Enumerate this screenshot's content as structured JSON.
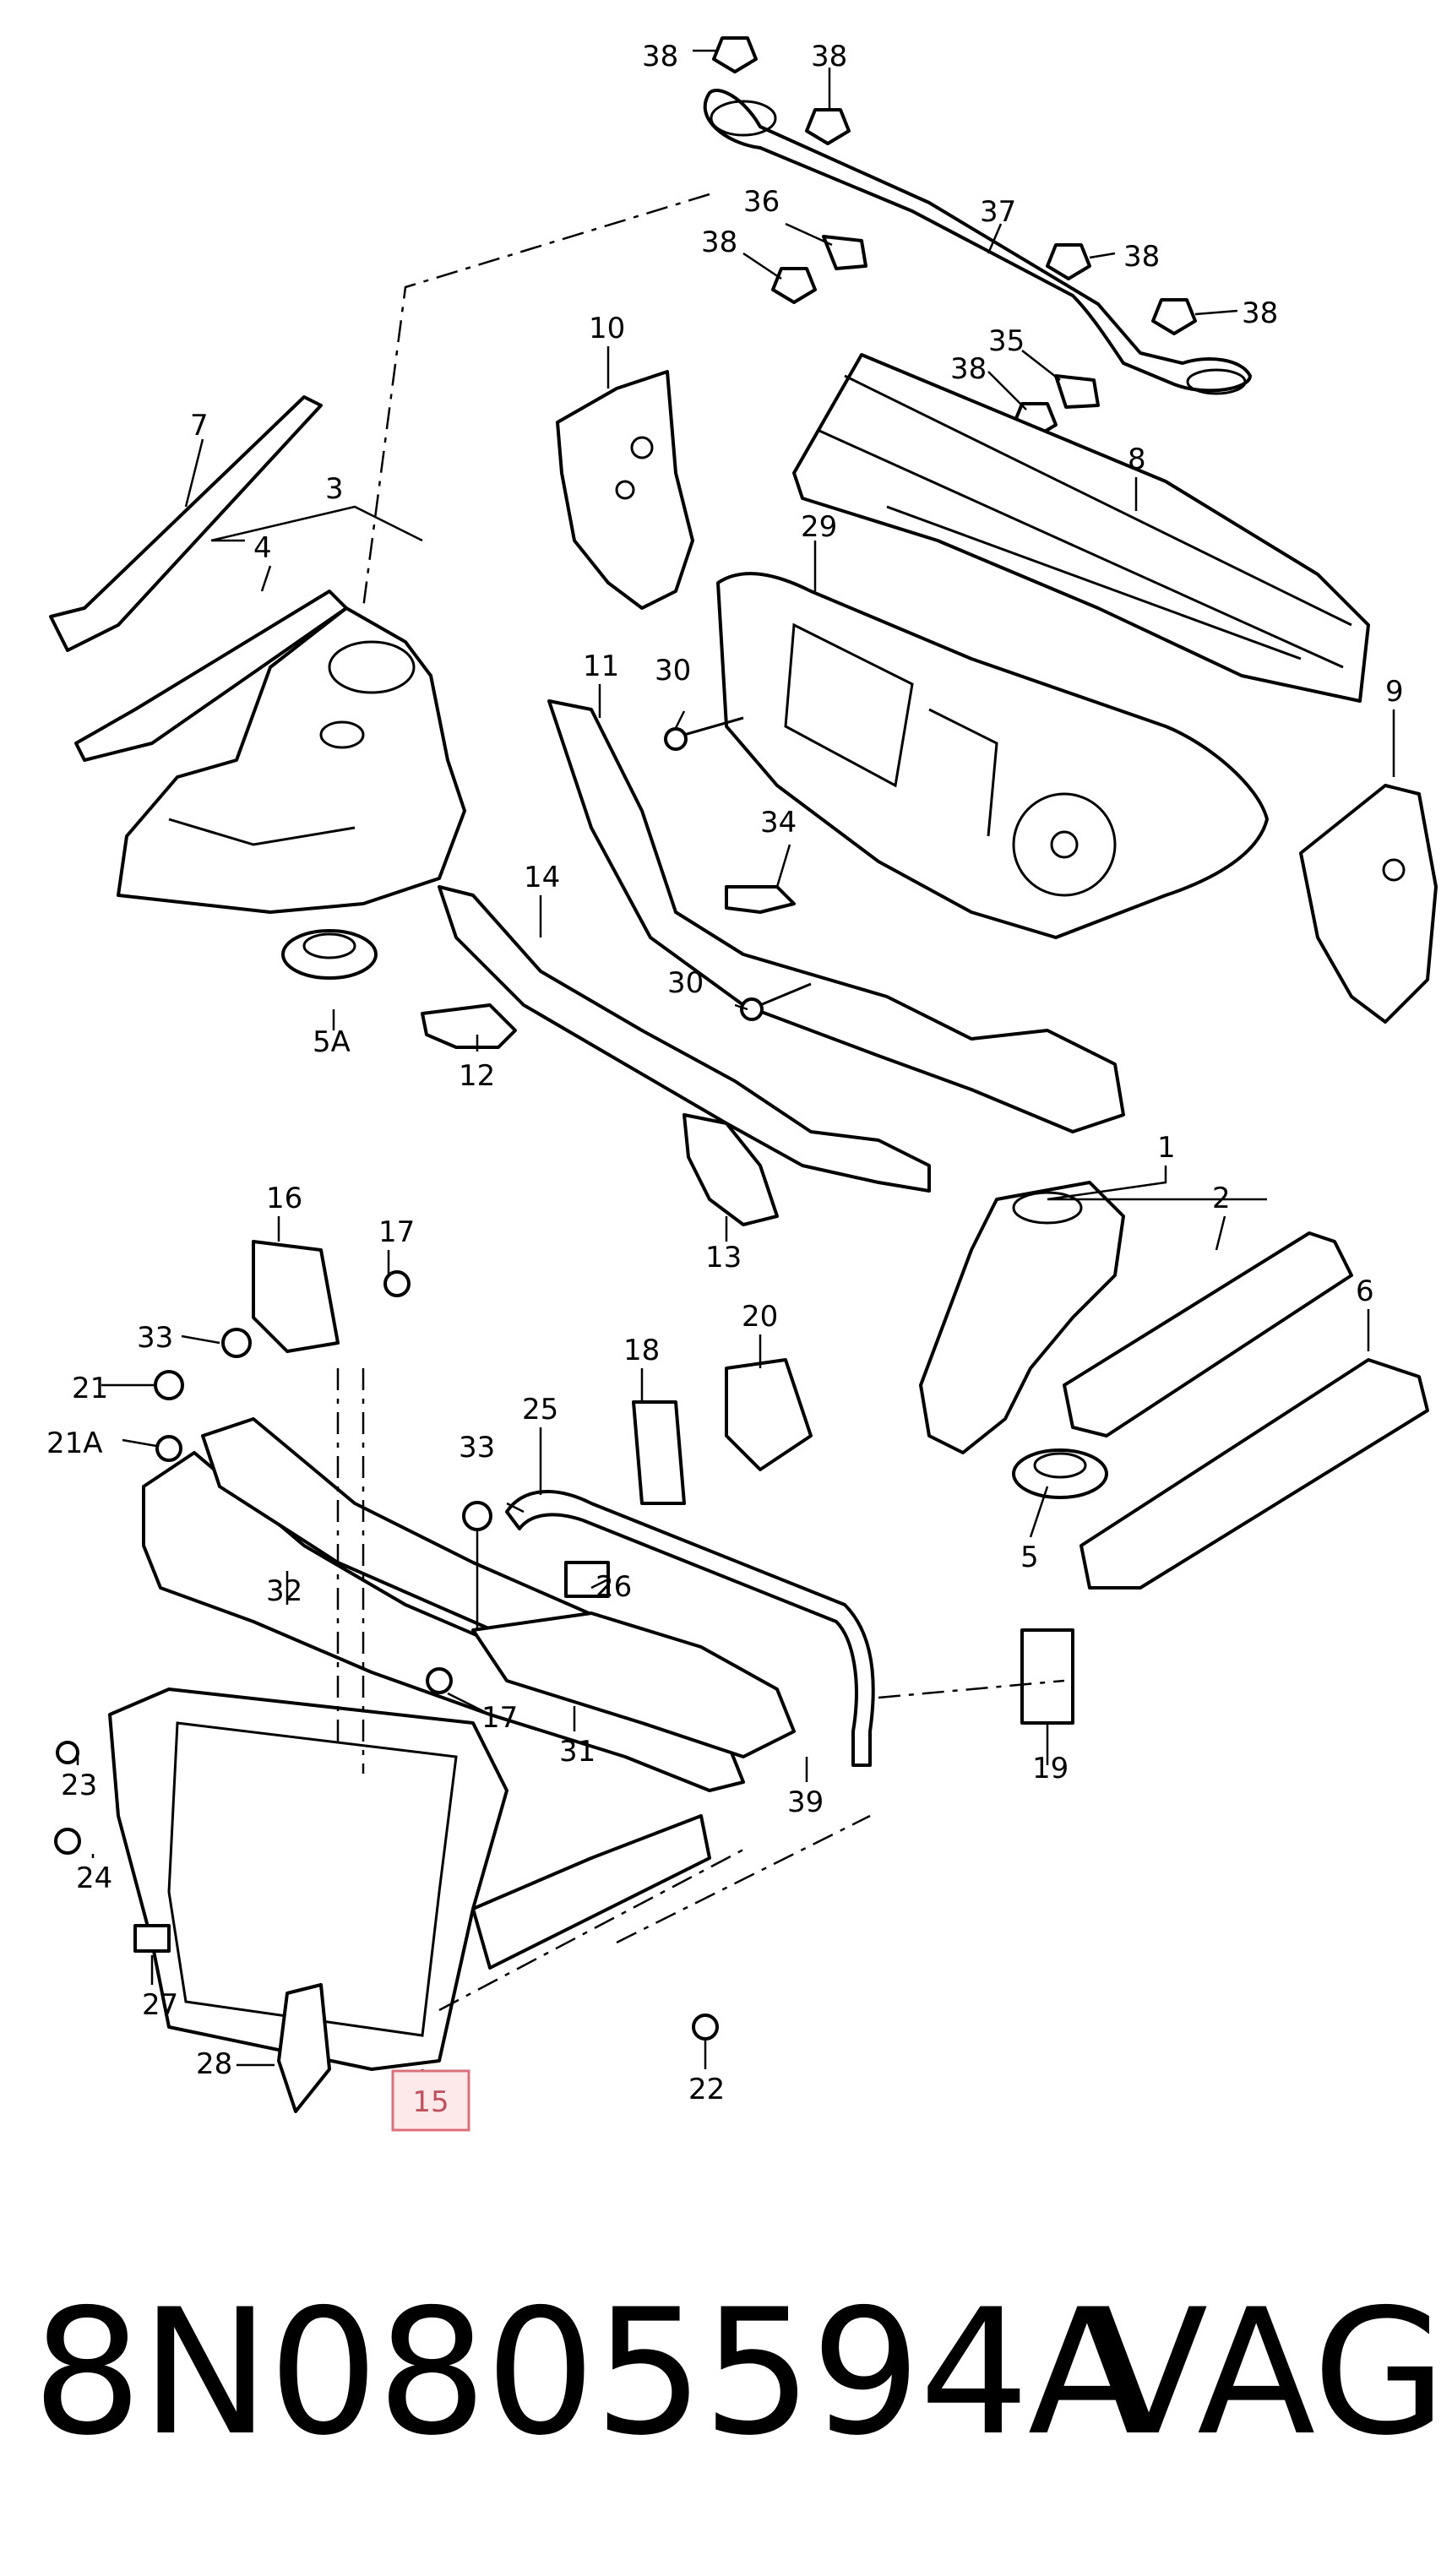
{
  "diagram": {
    "callouts": {
      "c1": "1",
      "c2": "2",
      "c3": "3",
      "c4": "4",
      "c5": "5",
      "c5a": "5A",
      "c6": "6",
      "c7": "7",
      "c8": "8",
      "c9": "9",
      "c10": "10",
      "c11": "11",
      "c12": "12",
      "c13": "13",
      "c14": "14",
      "c15": "15",
      "c16": "16",
      "c17a": "17",
      "c17b": "17",
      "c18": "18",
      "c19": "19",
      "c20": "20",
      "c21": "21",
      "c21a": "21A",
      "c22": "22",
      "c23": "23",
      "c24": "24",
      "c25": "25",
      "c26": "26",
      "c27": "27",
      "c28": "28",
      "c29": "29",
      "c30a": "30",
      "c30b": "30",
      "c31": "31",
      "c32": "32",
      "c33a": "33",
      "c33b": "33",
      "c34": "34",
      "c35": "35",
      "c36": "36",
      "c37": "37",
      "c38a": "38",
      "c38b": "38",
      "c38c": "38",
      "c38d": "38",
      "c38e": "38",
      "c38f": "38",
      "c39": "39"
    },
    "highlighted_callout": "15"
  },
  "footer": {
    "part_number": "8N0805594A",
    "brand": "VAG"
  },
  "colors": {
    "line": "#000000",
    "highlight_fill": "#fde8ea",
    "highlight_stroke": "#d9717d",
    "highlight_text": "#c0505e"
  }
}
